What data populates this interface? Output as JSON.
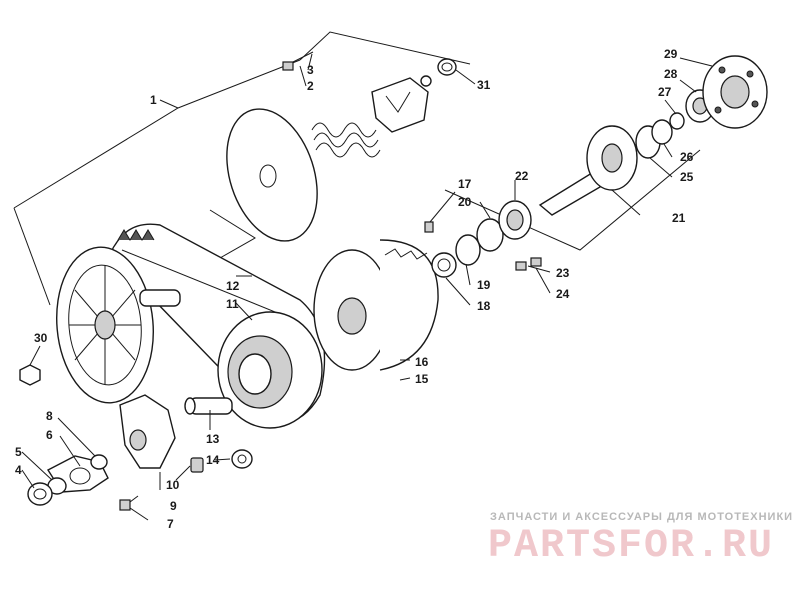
{
  "watermark": {
    "caption": "ЗАПЧАСТИ И АКСЕССУАРЫ ДЛЯ МОТОТЕХНИКИ",
    "brand": "PARTSFOR.RU"
  },
  "callouts": [
    "1",
    "2",
    "3",
    "4",
    "5",
    "6",
    "7",
    "8",
    "9",
    "10",
    "11",
    "12",
    "13",
    "14",
    "15",
    "16",
    "17",
    "18",
    "19",
    "20",
    "21",
    "22",
    "23",
    "24",
    "25",
    "26",
    "27",
    "28",
    "29",
    "30",
    "31"
  ]
}
